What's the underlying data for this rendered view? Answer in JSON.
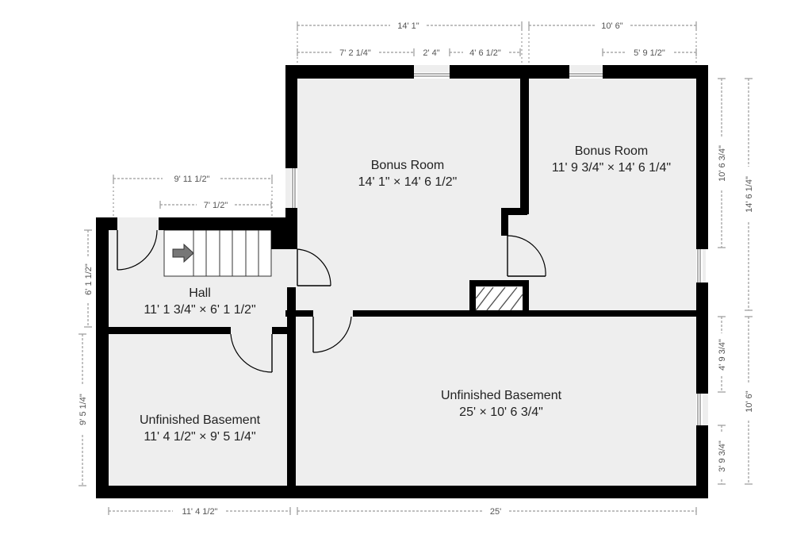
{
  "rooms": {
    "bonus_room_1": {
      "name": "Bonus Room",
      "size": "14' 1\" × 14' 6 1/2\""
    },
    "bonus_room_2": {
      "name": "Bonus Room",
      "size": "11' 9 3/4\" × 14' 6 1/4\""
    },
    "hall": {
      "name": "Hall",
      "size": "11' 1 3/4\" × 6' 1 1/2\""
    },
    "unfinished_basement_small": {
      "name": "Unfinished Basement",
      "size": "11' 4 1/2\" × 9' 5 1/4\""
    },
    "unfinished_basement_large": {
      "name": "Unfinished Basement",
      "size": "25' × 10' 6 3/4\""
    }
  },
  "dimensions": {
    "top_overall_left": "14' 1\"",
    "top_overall_right": "10' 6\"",
    "top_seg_1": "7' 2 1/4\"",
    "top_seg_2": "2' 4\"",
    "top_seg_3": "4' 6 1/2\"",
    "top_seg_4": "5' 9 1/2\"",
    "hall_top_outer": "9' 11 1/2\"",
    "hall_top_inner": "7' 1/2\"",
    "left_hall": "6' 1 1/2\"",
    "left_basement": "9' 5 1/4\"",
    "bottom_left": "11' 4 1/2\"",
    "bottom_right": "25'",
    "right_inner_top": "10' 6 3/4\"",
    "right_outer_top": "14' 6 1/4\"",
    "right_inner_mid": "4' 9 3/4\"",
    "right_inner_bottom": "3' 9 3/4\"",
    "right_outer_bottom": "10' 6\""
  },
  "icons": {
    "stair_arrow": "arrow-right-icon"
  }
}
